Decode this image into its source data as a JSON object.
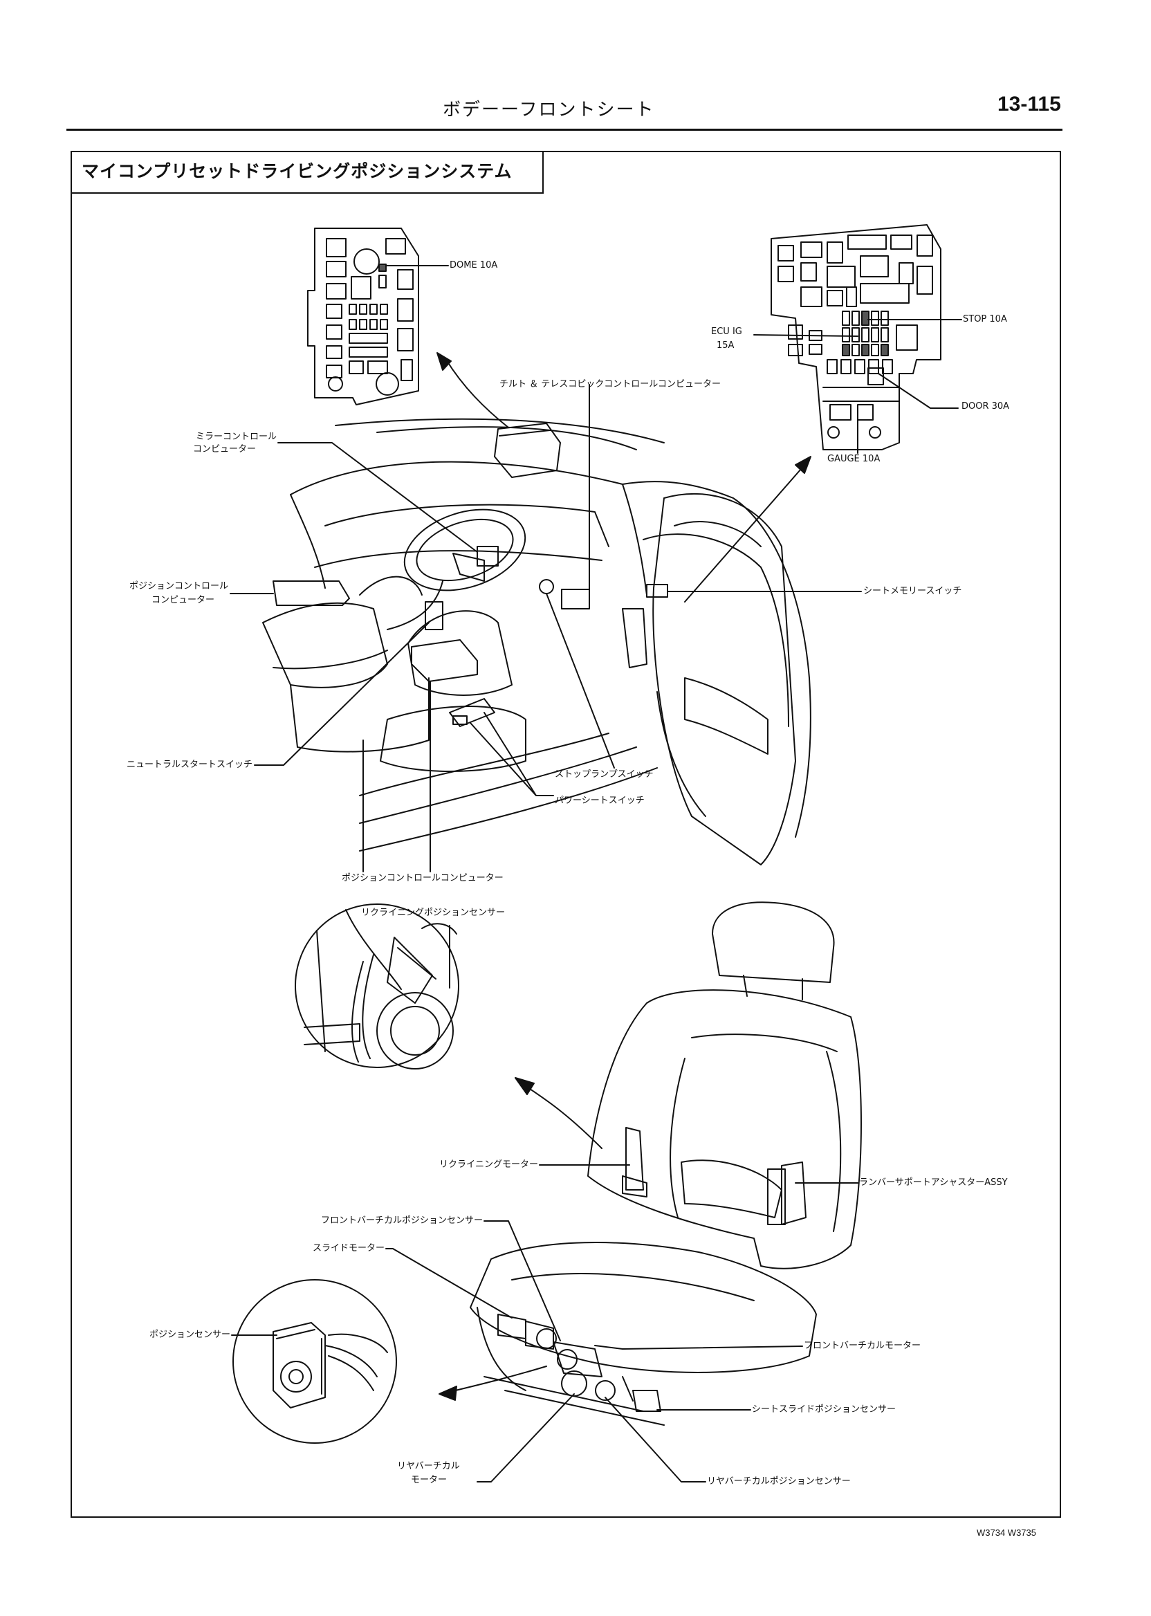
{
  "header": {
    "title": "ボデーーフロントシート",
    "page_number": "13-115"
  },
  "section_title": "マイコンプリセットドライビングポジションシステム",
  "fuse_labels": {
    "dome": "DOME 10A",
    "stop": "STOP 10A",
    "ecu_ig": "ECU IG",
    "ecu_ig_amp": "15A",
    "door": "DOOR 30A",
    "gauge": "GAUGE 10A"
  },
  "car_labels": {
    "tilt_telescopic": "チルト ＆ テレスコピックコントロールコンピューター",
    "mirror_ctrl_1": "ミラーコントロール",
    "mirror_ctrl_2": "コンピューター",
    "pos_ctrl_1": "ポジションコントロール",
    "pos_ctrl_2": "コンピューター",
    "seat_memory_switch": "シートメモリースイッチ",
    "neutral_start_switch": "ニュートラルスタートスイッチ",
    "stoplamp_switch": "ストップランプスイッチ",
    "power_seat_switch": "パワーシートスイッチ",
    "pos_ctrl_computer": "ポジションコントロールコンピューター"
  },
  "seat_labels": {
    "reclining_sensor": "リクライニングポジションセンサー",
    "reclining_motor": "リクライニングモーター",
    "lumbar_support": "ランバーサポートアシャスターASSY",
    "front_vertical_sensor": "フロントバーチカルポジションセンサー",
    "slide_motor": "スライドモーター",
    "position_sensor": "ポジションセンサー",
    "front_vertical_motor": "フロントバーチカルモーター",
    "seat_slide_sensor": "シートスライドポジションセンサー",
    "rear_vertical_motor_1": "リヤバーチカル",
    "rear_vertical_motor_2": "モーター",
    "rear_vertical_sensor": "リヤバーチカルポジションセンサー"
  },
  "figure_ids": "W3734  W3735"
}
